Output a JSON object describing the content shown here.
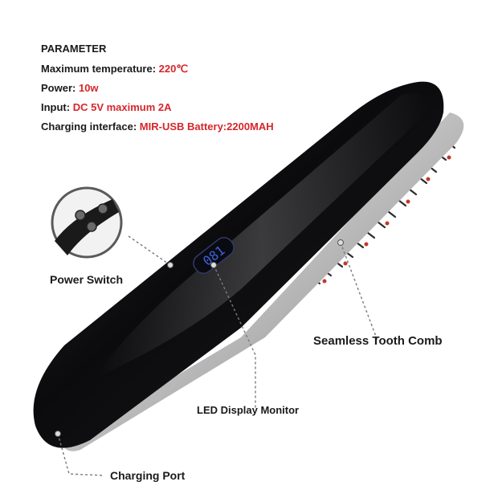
{
  "specs": {
    "title": "PARAMETER",
    "rows": [
      {
        "label": "Maximum temperature: ",
        "value": "220℃"
      },
      {
        "label": "Power: ",
        "value": "10w"
      },
      {
        "label": "Input: ",
        "value": "DC 5V maximum 2A"
      },
      {
        "label": "Charging interface: ",
        "value": "MIR-USB Battery:2200MAH"
      }
    ]
  },
  "callouts": {
    "power_switch": "Power Switch",
    "tooth_comb": "Seamless Tooth Comb",
    "led_display": "LED Display Monitor",
    "charging_port": "Charging Port"
  },
  "display": {
    "reading": "081"
  },
  "colors": {
    "accent_red": "#d6262b",
    "body_black": "#0e0e10",
    "lcd_blue": "#3a63d8"
  }
}
